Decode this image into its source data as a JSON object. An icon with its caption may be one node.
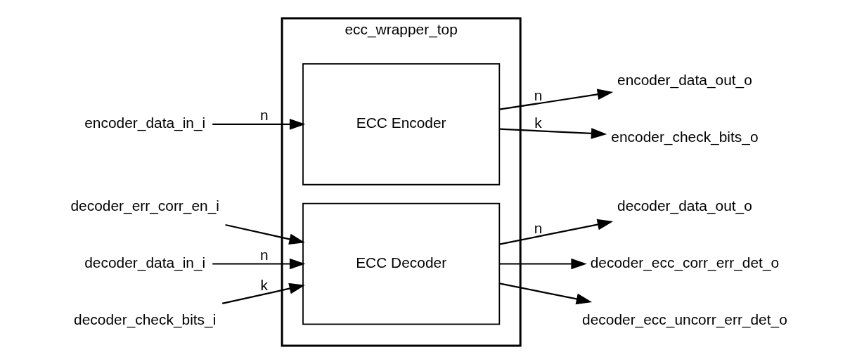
{
  "diagram": {
    "nodes": [
      {
        "text": [
          "ecc_wrapper_top"
        ]
      },
      {
        "text": [
          "ECC Encoder"
        ],
        "in": 0
      },
      {
        "text": [
          "ECC Decoder"
        ],
        "in": 0
      },
      {
        "text": [
          "encoder_data_in_i"
        ]
      },
      {
        "text": [
          "decoder_err_corr_en_i"
        ]
      },
      {
        "text": [
          "decoder_data_in_i"
        ]
      },
      {
        "text": [
          "decoder_check_bits_i"
        ]
      },
      {
        "text": [
          "encoder_data_out_o"
        ]
      },
      {
        "text": [
          "encoder_check_bits_o"
        ]
      },
      {
        "text": [
          "decoder_data_out_o"
        ]
      },
      {
        "text": [
          "decoder_ecc_corr_err_det_o"
        ]
      },
      {
        "text": [
          "decoder_ecc_uncorr_err_det_o"
        ]
      }
    ],
    "edges": [
      {
        "from": 3,
        "to": 1,
        "arrow": "to",
        "label": "n"
      },
      {
        "from": 4,
        "to": 2,
        "arrow": "to"
      },
      {
        "from": 5,
        "to": 2,
        "arrow": "to",
        "label": "n"
      },
      {
        "from": 6,
        "to": 2,
        "arrow": "to",
        "label": "k"
      },
      {
        "from": 1,
        "to": 7,
        "arrow": "to",
        "label": "n"
      },
      {
        "from": 1,
        "to": 8,
        "arrow": "to",
        "label": "k"
      },
      {
        "from": 2,
        "to": 9,
        "arrow": "to",
        "label": "n"
      },
      {
        "from": 2,
        "to": 10,
        "arrow": "to"
      },
      {
        "from": 2,
        "to": 11,
        "arrow": "to"
      }
    ]
  }
}
